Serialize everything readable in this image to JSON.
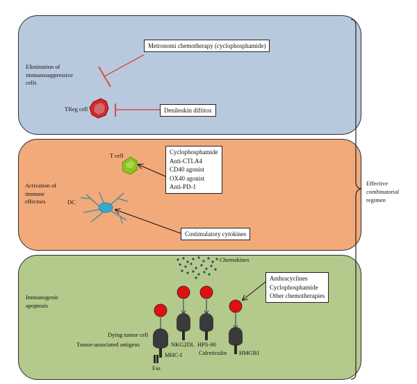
{
  "panels": [
    {
      "id": "elimination",
      "label_lines": [
        "Elimination of",
        "immunosuppressive",
        "cells"
      ],
      "color": "#b8c9de"
    },
    {
      "id": "activation",
      "label_lines": [
        "Activation of",
        "immune",
        "effectors"
      ],
      "color": "#f2aa7b"
    },
    {
      "id": "apoptosis",
      "label_lines": [
        "Immunogenic",
        "apoptosis"
      ],
      "color": "#b4c98c"
    }
  ],
  "elimination": {
    "metronomic_box": "Metronomi chemotherapy (cyclophosphamide)",
    "denileukin_box": "Denileukin diftitox",
    "treg_label": "TReg cell"
  },
  "activation": {
    "t_cell_label": "T cell",
    "dc_label": "DC",
    "agents_box": [
      "Cyclophosphamide",
      "Anti-CTLA4",
      "CD40 agonist",
      "OX40 agonist",
      "Anti-PD-1"
    ],
    "cytokines_box": "Costimulatory cytokines"
  },
  "apoptosis": {
    "chemokines_label": "Chemokines",
    "chemo_box": [
      "Anthracyclines",
      "Cyclophosphamide",
      "Other chemotherapies"
    ],
    "dying_cell_label": "Dying tumor cell",
    "antigens_label": "Tumor-associated antigens",
    "mhc_label": "MHC-I",
    "fas_label": "Fas",
    "nkg2dl_label": "NKG2DL",
    "hps_label": "HPS-90",
    "calreticulin_label": "Calreticulin",
    "hmgb1_label": "HMGB1"
  },
  "brace_label": [
    "Effective",
    "combinatorial",
    "regimen"
  ],
  "colors": {
    "treg": "#d9262c",
    "inhibit_line": "#d94a4a",
    "t_cell": "#8ec21f",
    "dc": "#3aa7c7",
    "red_ball": "#e01010",
    "receptor": "#3a3a3a",
    "chemokine_dots": "#2c4a62"
  }
}
